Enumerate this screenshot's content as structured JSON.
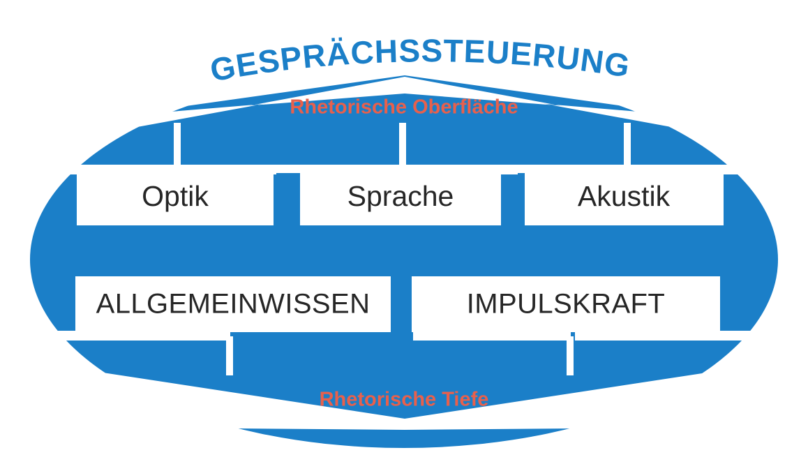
{
  "diagram": {
    "title": "GESPRÄCHSSTEUERUNG",
    "shape": "ellipse",
    "colors": {
      "ellipse_blue": "#1B7FC8",
      "layer_label_red": "#E8604C",
      "box_fill": "#FFFFFF",
      "box_text": "#262626",
      "background": "#FFFFFF"
    },
    "layers": [
      {
        "id": "oberflaeche",
        "label": "Rhetorische Oberfläche",
        "position": "top",
        "items": [
          {
            "label": "Optik"
          },
          {
            "label": "Sprache"
          },
          {
            "label": "Akustik"
          }
        ]
      },
      {
        "id": "tiefe",
        "label": "Rhetorische Tiefe",
        "position": "bottom",
        "items": [
          {
            "label": "ALLGEMEINWISSEN"
          },
          {
            "label": "IMPULSKRAFT"
          }
        ]
      }
    ]
  }
}
